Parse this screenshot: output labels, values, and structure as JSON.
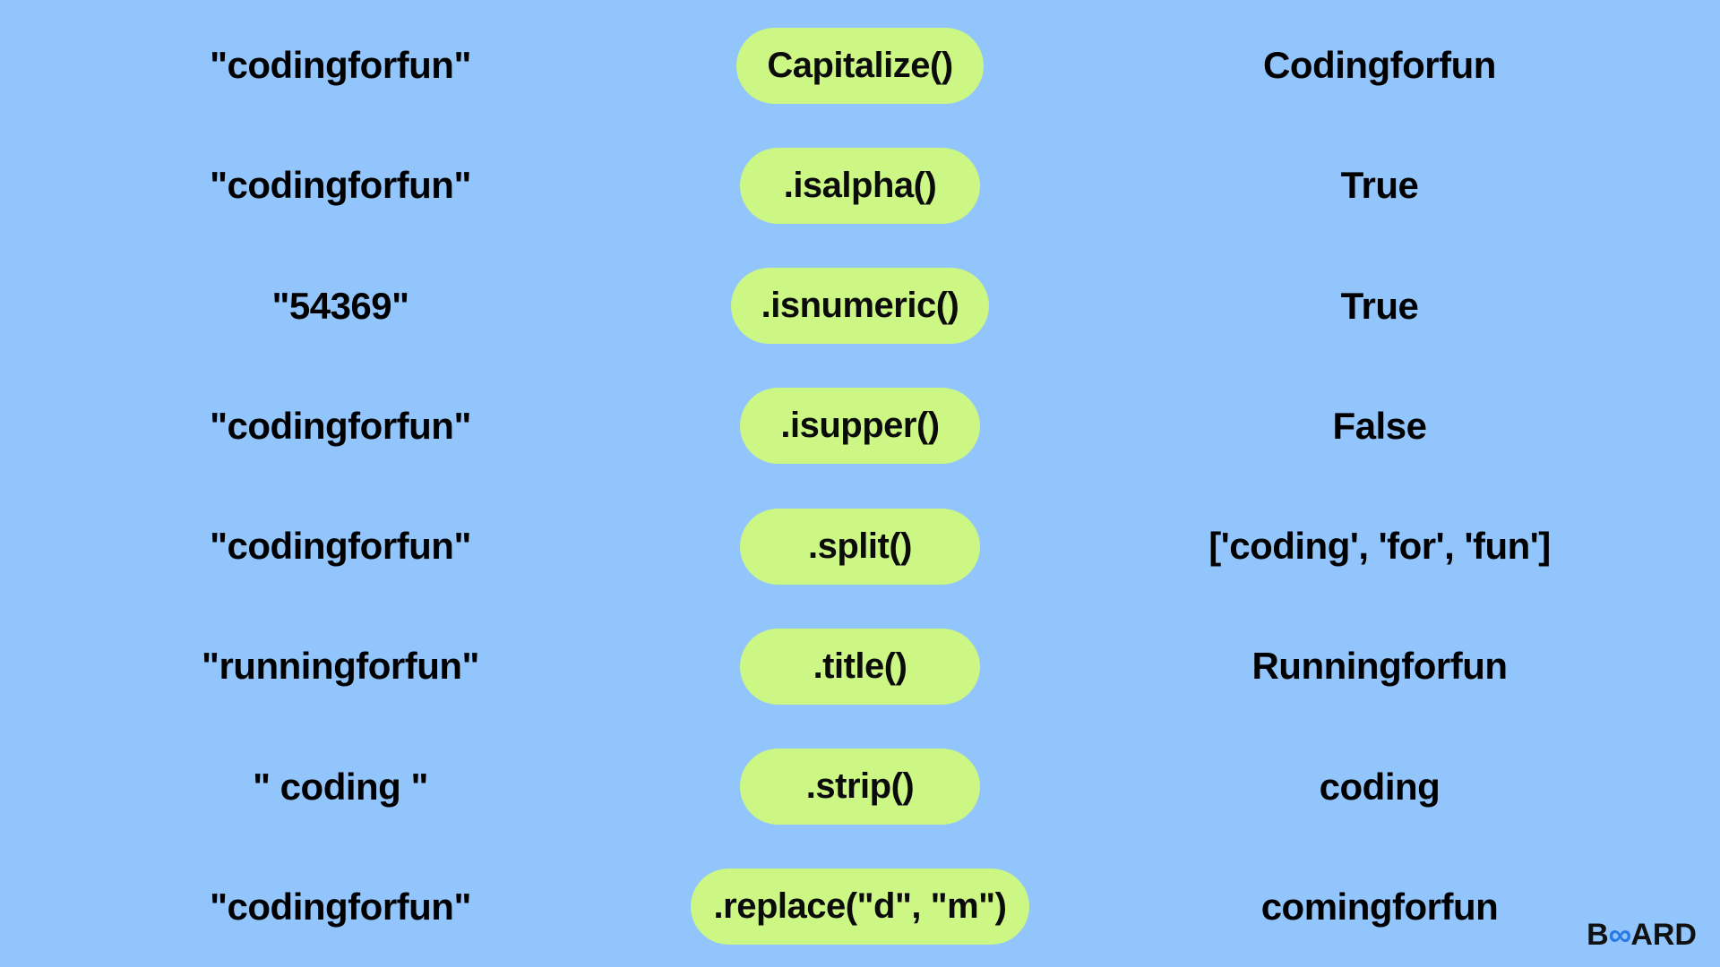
{
  "page": {
    "background_color": "#92C5FB",
    "pill_color": "#CCF785",
    "text_color": "#000000"
  },
  "rows": [
    {
      "input": "\"codingforfun\"",
      "method": "Capitalize()",
      "output": "Codingforfun"
    },
    {
      "input": "\"codingforfun\"",
      "method": ".isalpha()",
      "output": "True"
    },
    {
      "input": "\"54369\"",
      "method": ".isnumeric()",
      "output": "True"
    },
    {
      "input": "\"codingforfun\"",
      "method": ".isupper()",
      "output": "False"
    },
    {
      "input": "\"codingforfun\"",
      "method": ".split()",
      "output": "['coding', 'for', 'fun']"
    },
    {
      "input": "\"runningforfun\"",
      "method": ".title()",
      "output": "Runningforfun"
    },
    {
      "input": "\" coding \"",
      "method": ".strip()",
      "output": "coding"
    },
    {
      "input": "\"codingforfun\"",
      "method": ".replace(\"d\", \"m\")",
      "output": "comingforfun"
    }
  ],
  "logo": {
    "part1": "B",
    "infinity": "∞",
    "part2": "ARD",
    "dark_color": "#111111",
    "accent_color": "#2979E8"
  }
}
